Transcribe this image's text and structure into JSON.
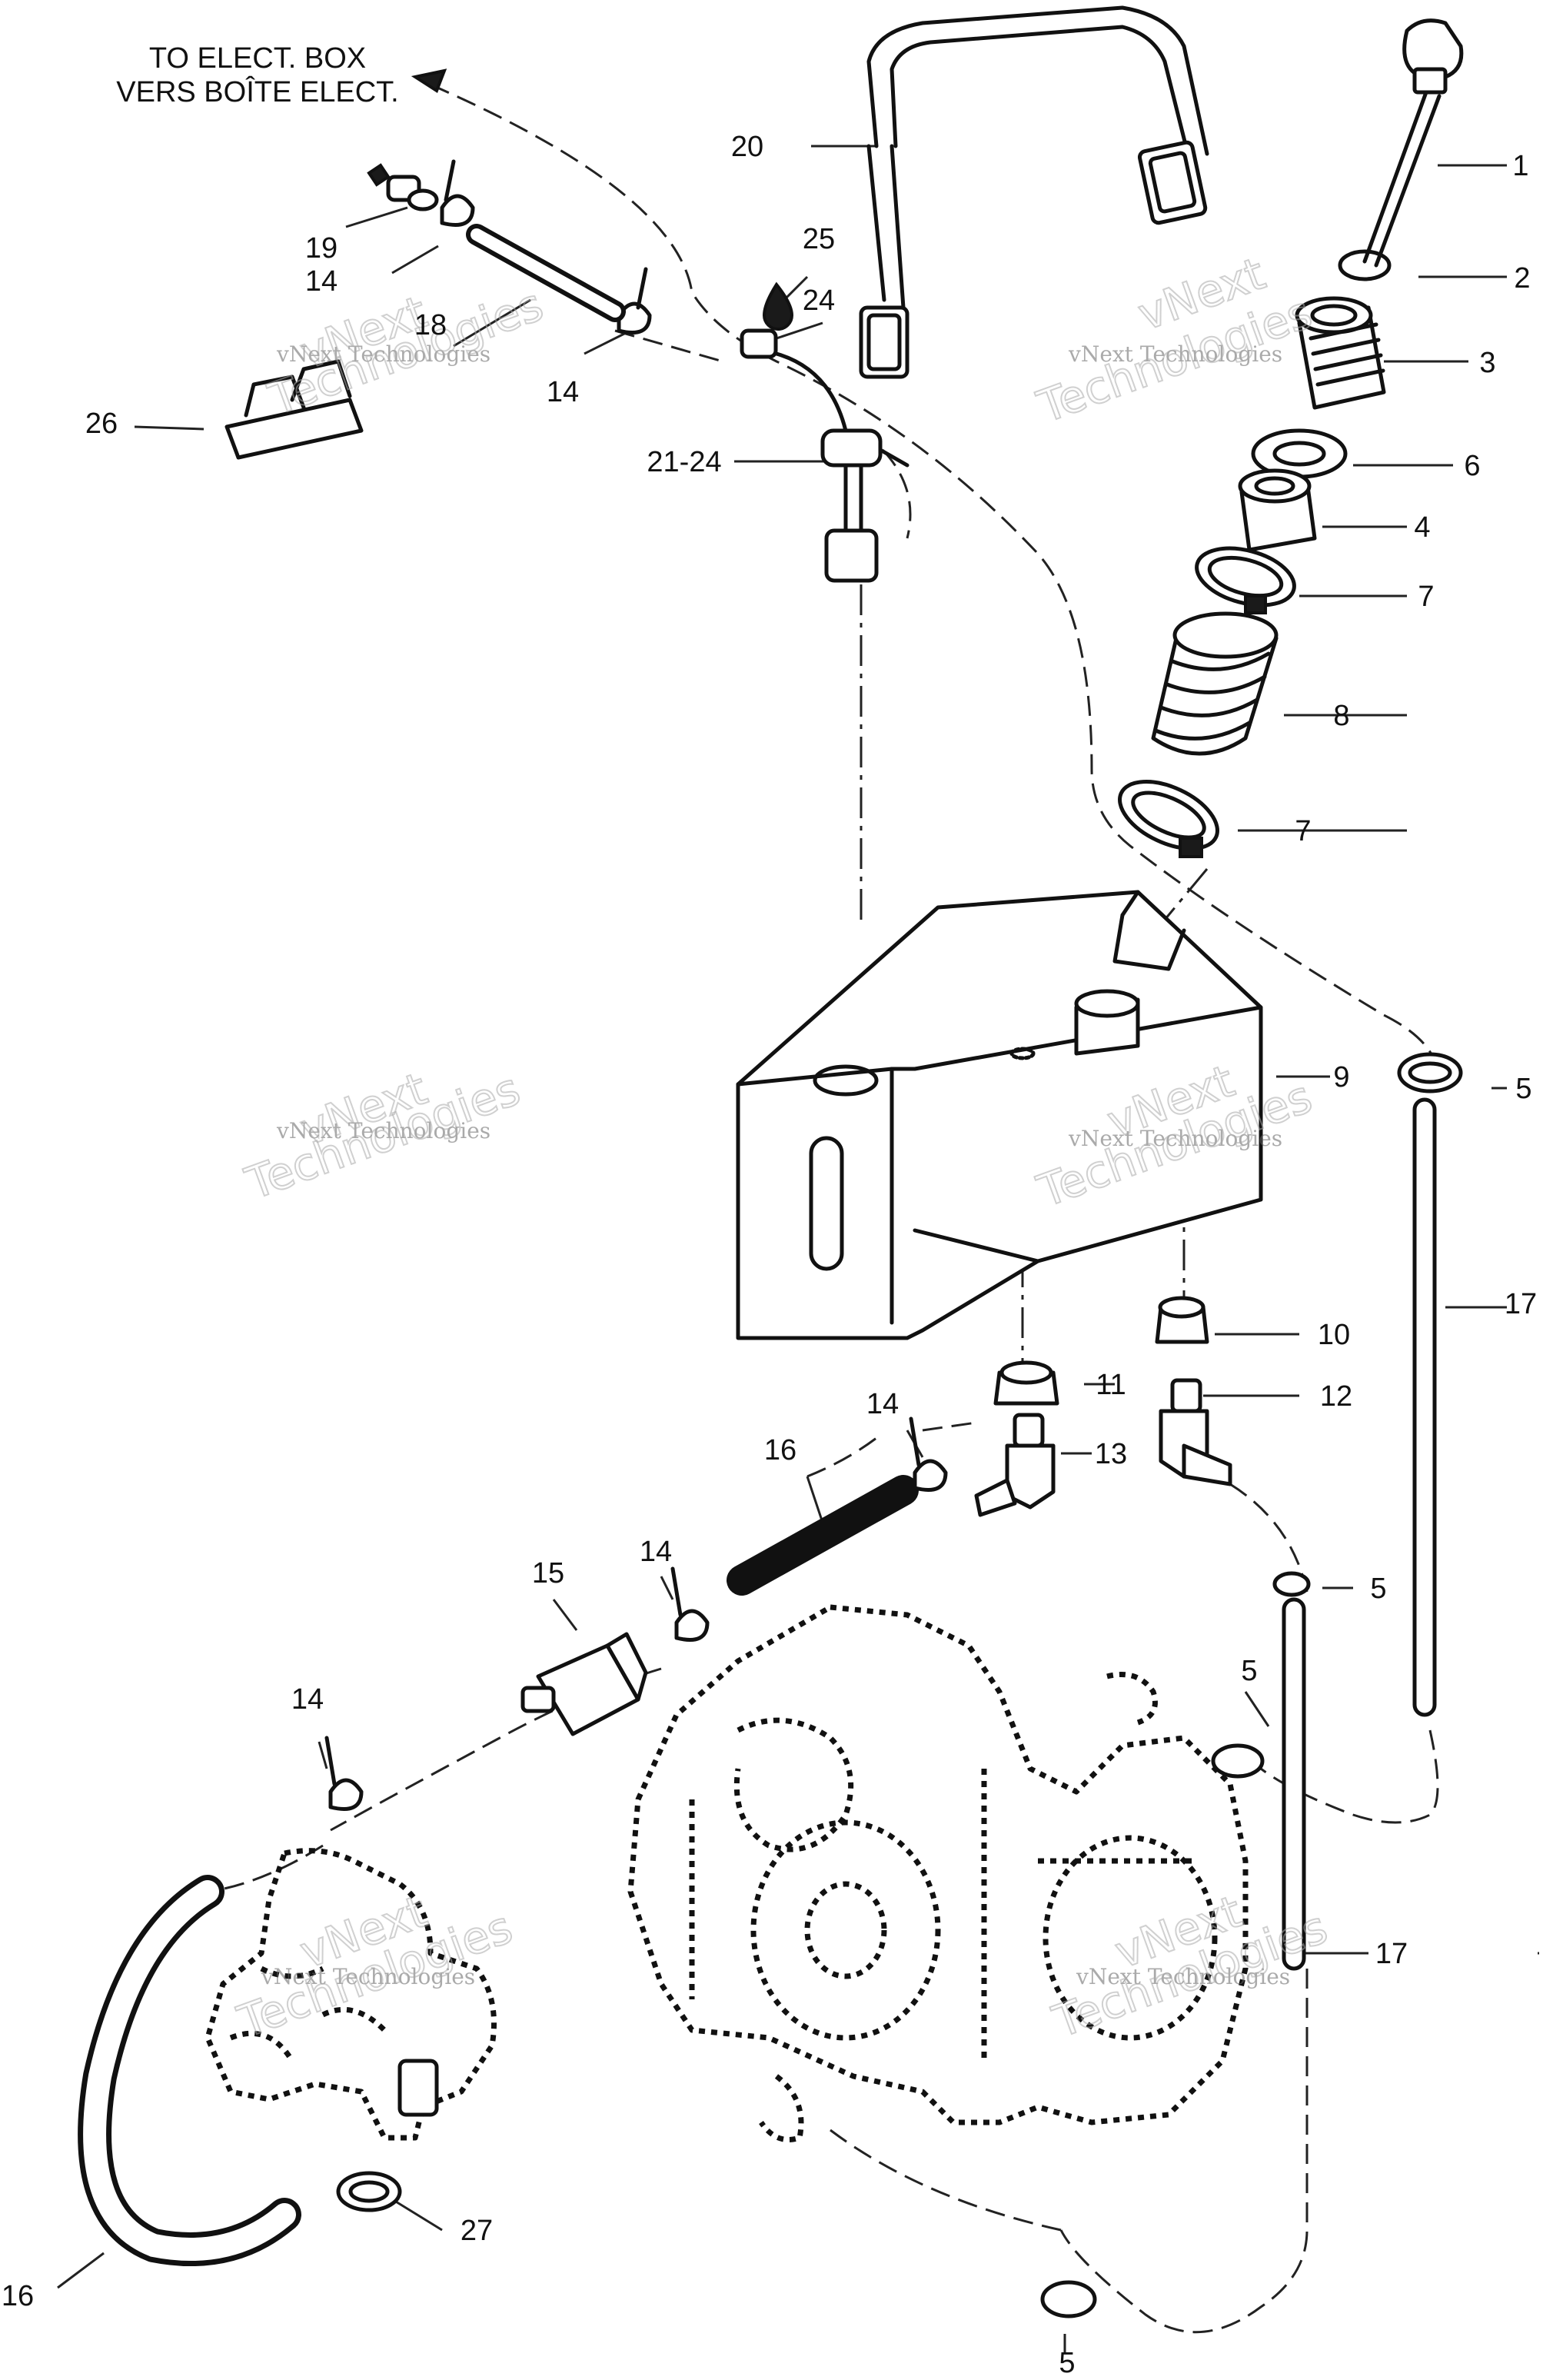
{
  "note": {
    "line1": "TO ELECT. BOX",
    "line2": "VERS BOÎTE ELECT."
  },
  "watermark": {
    "brand": "vNext",
    "name": "vNext Technologies",
    "word": "Technologies"
  },
  "callouts": {
    "c1": "1",
    "c2": "2",
    "c3": "3",
    "c4": "4",
    "c5": "5",
    "c6": "6",
    "c7": "7",
    "c8": "8",
    "c9": "9",
    "c10": "10",
    "c11": "11",
    "c12": "12",
    "c13": "13",
    "c14": "14",
    "c15": "15",
    "c16": "16",
    "c17": "17",
    "c18": "18",
    "c19": "19",
    "c20": "20",
    "c21_24": "21-24",
    "c24": "24",
    "c25": "25",
    "c26": "26",
    "c27": "27"
  }
}
